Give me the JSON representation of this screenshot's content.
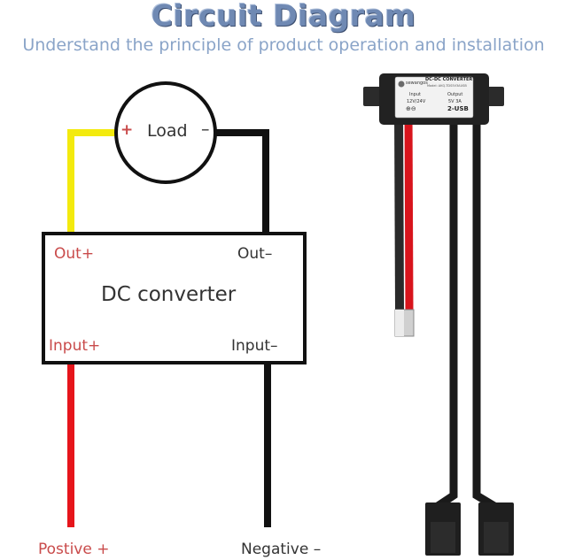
{
  "header": {
    "title": "Circuit Diagram",
    "subtitle": "Understand the principle of product operation and installation"
  },
  "load": {
    "plus": "+",
    "label": "Load",
    "minus": "–"
  },
  "converter": {
    "name": "DC converter",
    "out_plus": "Out+",
    "out_minus": "Out–",
    "input_plus": "Input+",
    "input_minus": "Input–"
  },
  "terminals": {
    "positive": "Postive +",
    "negative": "Negative –"
  },
  "device": {
    "brand": "sewangos",
    "model": "DC-DC CONVERTER",
    "part_no": "Model: AKQ-TDS5V3AUSB",
    "input_title": "Input",
    "input_value": "12V/24V",
    "output_title": "Output",
    "output_value": "5V 3A",
    "usb": "2-USB"
  },
  "colors": {
    "positive_wire": "#e6151b",
    "load_wire": "#f3ea0e",
    "negative_wire": "#111111",
    "title": "#6f89b3"
  }
}
